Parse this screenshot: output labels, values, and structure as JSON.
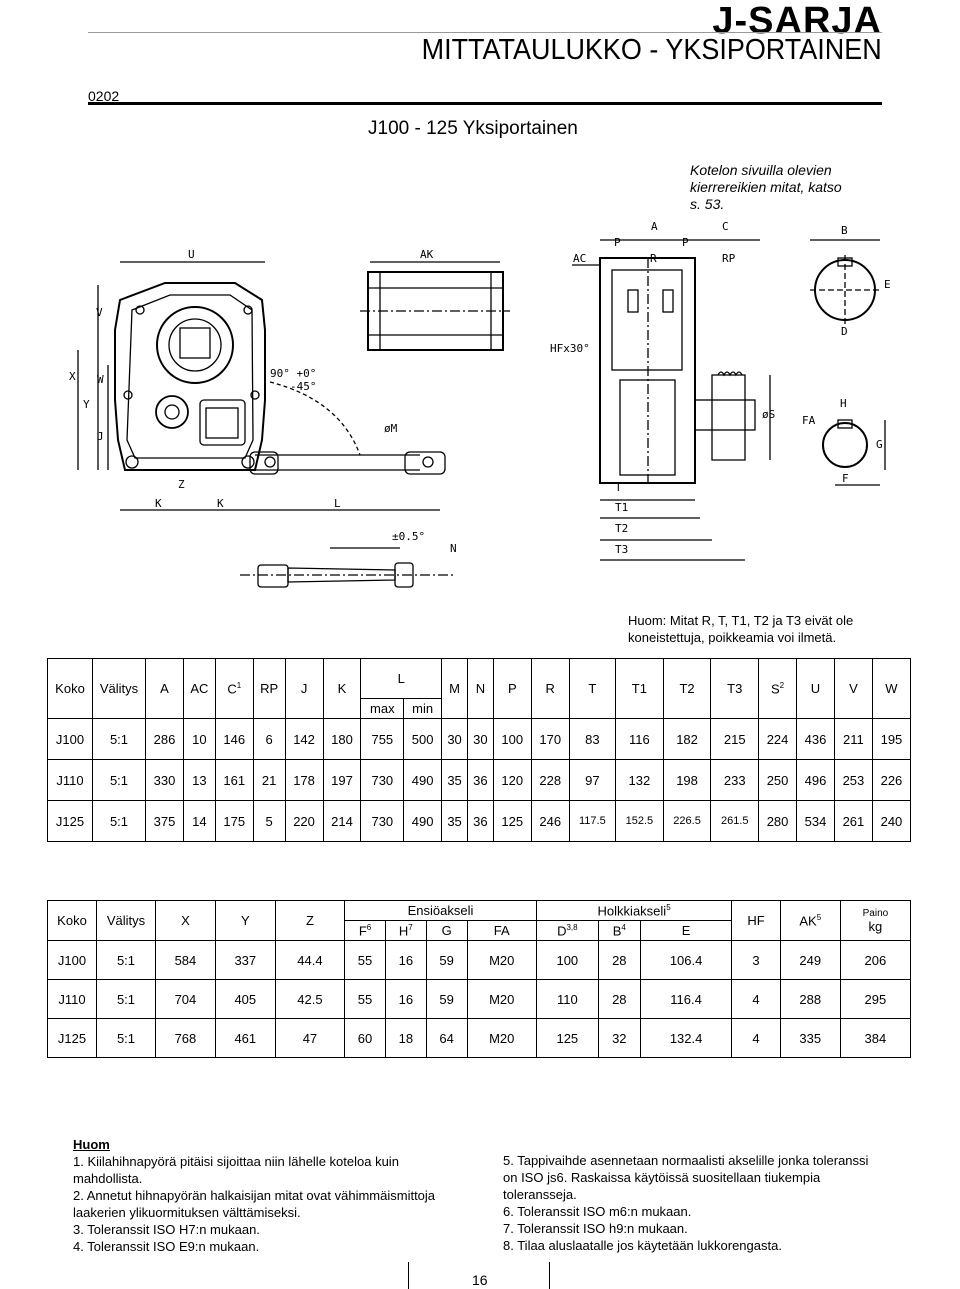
{
  "header": {
    "brand": "J-SARJA",
    "title": "MITTATAULUKKO - YKSIPORTAINEN",
    "code": "0202",
    "subtitle": "J100 - 125 Yksiportainen"
  },
  "notes": {
    "thread_note": "Kotelon sivuilla olevien kierrereikien mitat, katso s. 53.",
    "huom_top": "Huom: Mitat R, T, T1, T2 ja T3 eivät ole koneistettuja, poikkeamia voi ilmetä."
  },
  "drawing_labels": {
    "U": "U",
    "AK": "AK",
    "AC": "AC",
    "P1": "P",
    "A": "A",
    "P2": "P",
    "C": "C",
    "B": "B",
    "R": "R",
    "RP": "RP",
    "E": "E",
    "D": "D",
    "V": "V",
    "X": "X",
    "W": "W",
    "Y": "Y",
    "J": "J",
    "HFx30": "HFx30°",
    "angle1": "90° +0°",
    "angle2": "-45°",
    "phiM": "øM",
    "phiS": "øS",
    "FA": "FA",
    "H": "H",
    "G": "G",
    "F": "F",
    "Z": "Z",
    "K1": "K",
    "K2": "K",
    "L": "L",
    "T": "T",
    "T1": "T1",
    "T2": "T2",
    "T3": "T3",
    "tol": "±0.5°",
    "N": "N"
  },
  "table1": {
    "headers": [
      "Koko",
      "Välitys",
      "A",
      "AC",
      "C",
      "RP",
      "J",
      "K",
      "L",
      "M",
      "N",
      "P",
      "R",
      "T",
      "T1",
      "T2",
      "T3",
      "S",
      "U",
      "V",
      "W"
    ],
    "sup_C": "1",
    "sup_S": "2",
    "L_sub": [
      "max",
      "min"
    ],
    "rows": [
      [
        "J100",
        "5:1",
        "286",
        "10",
        "146",
        "6",
        "142",
        "180",
        "755",
        "500",
        "30",
        "30",
        "100",
        "170",
        "83",
        "116",
        "182",
        "215",
        "224",
        "436",
        "211",
        "195"
      ],
      [
        "J110",
        "5:1",
        "330",
        "13",
        "161",
        "21",
        "178",
        "197",
        "730",
        "490",
        "35",
        "36",
        "120",
        "228",
        "97",
        "132",
        "198",
        "233",
        "250",
        "496",
        "253",
        "226"
      ],
      [
        "J125",
        "5:1",
        "375",
        "14",
        "175",
        "5",
        "220",
        "214",
        "730",
        "490",
        "35",
        "36",
        "125",
        "246",
        "117.5",
        "152.5",
        "226.5",
        "261.5",
        "280",
        "534",
        "261",
        "240"
      ]
    ]
  },
  "table2": {
    "group1": "Ensiöakseli",
    "group2": "Holkkiakseli",
    "group2_sup": "5",
    "headers": [
      "Koko",
      "Välitys",
      "X",
      "Y",
      "Z",
      "F",
      "H",
      "G",
      "FA",
      "D",
      "B",
      "E",
      "HF",
      "AK",
      "Paino"
    ],
    "sup": {
      "F": "6",
      "H": "7",
      "D": "3,8",
      "B": "4",
      "AK": "5"
    },
    "unit": "kg",
    "rows": [
      [
        "J100",
        "5:1",
        "584",
        "337",
        "44.4",
        "55",
        "16",
        "59",
        "M20",
        "100",
        "28",
        "106.4",
        "3",
        "249",
        "206"
      ],
      [
        "J110",
        "5:1",
        "704",
        "405",
        "42.5",
        "55",
        "16",
        "59",
        "M20",
        "110",
        "28",
        "116.4",
        "4",
        "288",
        "295"
      ],
      [
        "J125",
        "5:1",
        "768",
        "461",
        "47",
        "60",
        "18",
        "64",
        "M20",
        "125",
        "32",
        "132.4",
        "4",
        "335",
        "384"
      ]
    ]
  },
  "footnotes": {
    "title": "Huom",
    "left": [
      "1. Kiilahihnapyörä pitäisi sijoittaa niin lähelle koteloa kuin mahdollista.",
      "2. Annetut hihnapyörän halkaisijan mitat ovat vähimmäismittoja laakerien ylikuormituksen välttämiseksi.",
      "3. Toleranssit ISO H7:n mukaan.",
      "4. Toleranssit ISO E9:n mukaan."
    ],
    "right": [
      "5. Tappivaihde asennetaan normaalisti akselille jonka toleranssi on ISO js6. Raskaissa käytöissä suositellaan tiukempia toleransseja.",
      "6. Toleranssit ISO m6:n mukaan.",
      "7. Toleranssit ISO h9:n mukaan.",
      "8. Tilaa aluslaatalle jos käytetään lukkorengasta."
    ]
  },
  "page": {
    "number": "16"
  }
}
